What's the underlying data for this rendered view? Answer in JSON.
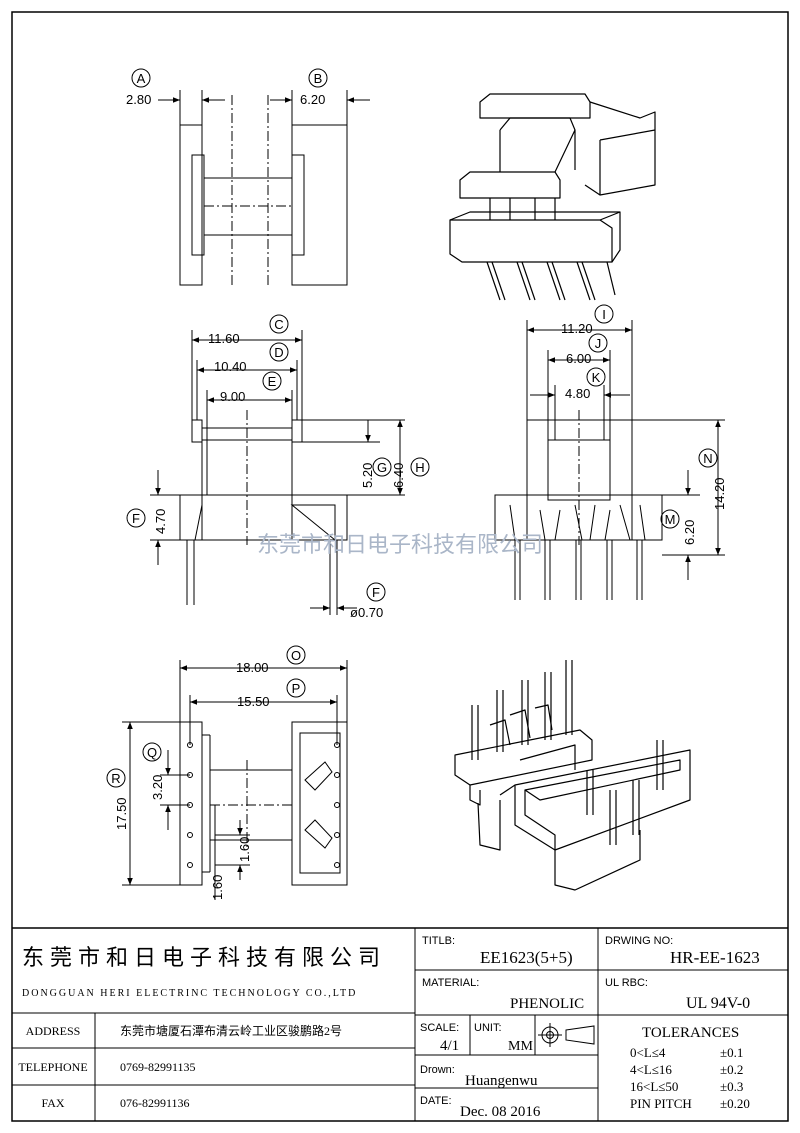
{
  "dimensions": {
    "A": {
      "letter": "A",
      "value": "2.80"
    },
    "B": {
      "letter": "B",
      "value": "6.20"
    },
    "C": {
      "letter": "C",
      "value": "11.60"
    },
    "D": {
      "letter": "D",
      "value": "10.40"
    },
    "E": {
      "letter": "E",
      "value": "9.00"
    },
    "F": {
      "letter": "F",
      "value": "4.70"
    },
    "G": {
      "letter": "G",
      "value": "5.20"
    },
    "H": {
      "letter": "H",
      "value": "6.40"
    },
    "I": {
      "letter": "I",
      "value": "11.20"
    },
    "J": {
      "letter": "J",
      "value": "6.00"
    },
    "K": {
      "letter": "K",
      "value": "4.80"
    },
    "M": {
      "letter": "M",
      "value": "6.20"
    },
    "N": {
      "letter": "N",
      "value": "14.20"
    },
    "O": {
      "letter": "O",
      "value": "18.00"
    },
    "P": {
      "letter": "P",
      "value": "15.50"
    },
    "Q": {
      "letter": "Q",
      "value": "3.20"
    },
    "R": {
      "letter": "R",
      "value": "17.50"
    },
    "pin_diameter": {
      "letter": "F",
      "value": "ø0.70"
    },
    "pitch_small": "1.60",
    "pitch_bottom": "1.60"
  },
  "watermark": "东莞市和日电子科技有限公司",
  "title_block": {
    "company_cn": "东莞市和日电子科技有限公司",
    "company_en": "DONGGUAN HERI ELECTRINC TECHNOLOGY CO.,LTD",
    "address_label": "ADDRESS",
    "address": "东莞市塘厦石潭布清云岭工业区骏鹏路2号",
    "telephone_label": "TELEPHONE",
    "telephone": "0769-82991135",
    "fax_label": "FAX",
    "fax": "076-82991136",
    "title_label": "TITLB:",
    "title": "EE1623(5+5)",
    "drawing_no_label": "DRWING NO:",
    "drawing_no": "HR-EE-1623",
    "material_label": "MATERIAL:",
    "material": "PHENOLIC",
    "ul_label": "UL  RBC:",
    "ul": "UL 94V-0",
    "scale_label": "SCALE:",
    "scale": "4/1",
    "unit_label": "UNIT:",
    "unit": "MM",
    "tolerances_label": "TOLERANCES",
    "tolerances": [
      {
        "range": "0<L≤4",
        "tol": "±0.1"
      },
      {
        "range": "4<L≤16",
        "tol": "±0.2"
      },
      {
        "range": "16<L≤50",
        "tol": "±0.3"
      },
      {
        "range": "PIN PITCH",
        "tol": "±0.20"
      }
    ],
    "drawn_label": "Drown:",
    "drawn": "Huangenwu",
    "date_label": "DATE:",
    "date": "Dec. 08 2016"
  }
}
